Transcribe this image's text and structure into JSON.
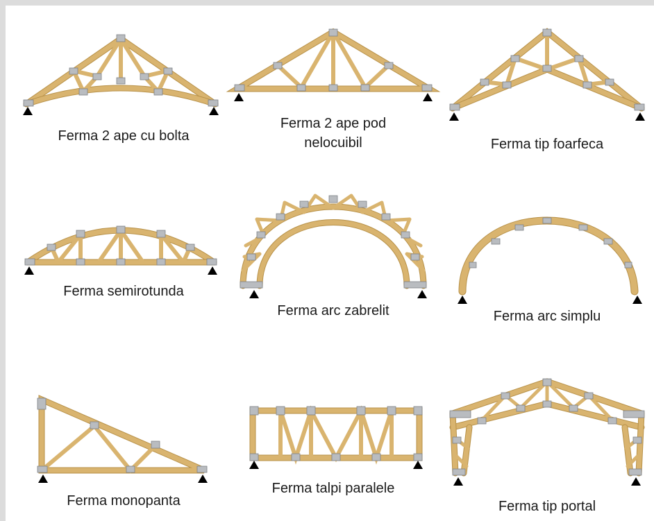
{
  "trusses": [
    {
      "id": "ferma-2-ape-cu-bolta",
      "label": "Ferma 2 ape cu bolta"
    },
    {
      "id": "ferma-2-ape-pod-nelocuibil",
      "label_line1": "Ferma 2 ape pod",
      "label_line2": "nelocuibil"
    },
    {
      "id": "ferma-tip-foarfeca",
      "label": "Ferma tip foarfeca"
    },
    {
      "id": "ferma-semirotunda",
      "label": "Ferma semirotunda"
    },
    {
      "id": "ferma-arc-zabrelit",
      "label": "Ferma arc zabrelit"
    },
    {
      "id": "ferma-arc-simplu",
      "label": "Ferma arc simplu"
    },
    {
      "id": "ferma-monopanta",
      "label": "Ferma monopanta"
    },
    {
      "id": "ferma-talpi-paralele",
      "label": "Ferma talpi paralele"
    },
    {
      "id": "ferma-tip-portal",
      "label": "Ferma tip portal"
    }
  ],
  "colors": {
    "wood": "#d9b46f",
    "wood_edge": "#b8924a",
    "plate": "#b9bcc0",
    "support": "#000000",
    "background": "#dcdcdc"
  }
}
